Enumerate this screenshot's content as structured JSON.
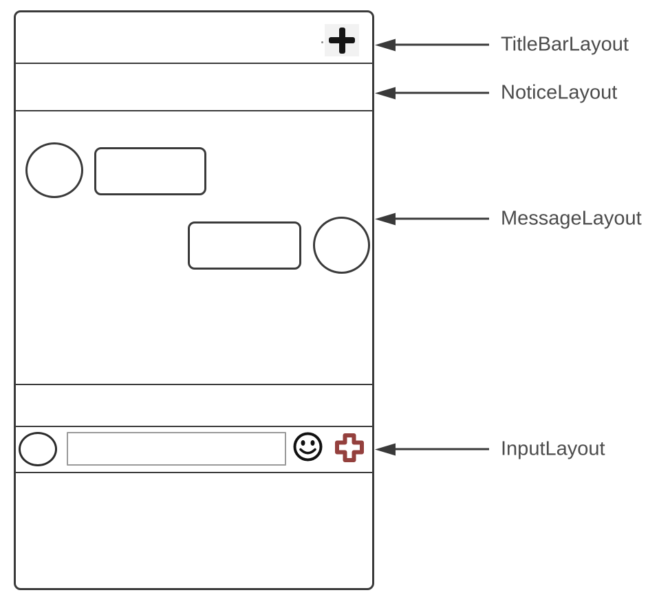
{
  "page": {
    "background": "#ffffff",
    "kind": "wireframe-annotation-diagram"
  },
  "annotations": {
    "text_color": "#4c4c4c",
    "arrow_color": "#3a3a3a",
    "items": [
      {
        "id": "titlebar",
        "label": "TitleBarLayout"
      },
      {
        "id": "notice",
        "label": "NoticeLayout"
      },
      {
        "id": "message",
        "label": "MessageLayout"
      },
      {
        "id": "input",
        "label": "InputLayout"
      }
    ]
  },
  "wireframe": {
    "frame_border_color": "#3a3a3a",
    "sections": [
      {
        "id": "titlebar"
      },
      {
        "id": "notice"
      },
      {
        "id": "message"
      },
      {
        "id": "gap"
      },
      {
        "id": "input"
      },
      {
        "id": "bottom"
      }
    ],
    "titlebar": {
      "add_button_bg": "#f2f2f2",
      "add_glyph_color": "#151515"
    },
    "message": {
      "left_row": {
        "avatar": "circle",
        "bubble": "rounded-rect"
      },
      "right_row": {
        "bubble": "rounded-rect",
        "avatar": "circle"
      }
    },
    "input": {
      "value": "",
      "placeholder": "",
      "field_border_color": "#9a9a9a",
      "more_icon_color": "#94403d",
      "emoji_icon_color": "#111111"
    }
  },
  "icons": {
    "add": "plus-icon",
    "emoji": "smiley-icon",
    "more": "cross-icon",
    "voice": "circle-icon"
  }
}
